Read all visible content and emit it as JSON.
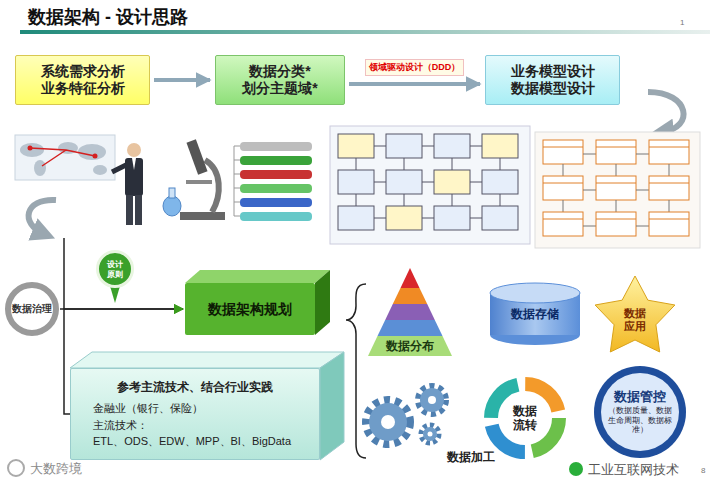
{
  "diagram": {
    "title": "数据架构 - 设计思路",
    "nodes": [
      {
        "text": [
          "系统需求分析",
          "业务特征分析"
        ]
      },
      {
        "text": [
          "数据分类*",
          "划分主题域*"
        ]
      },
      {
        "text": [
          "业务模型设计",
          "数据模型设计"
        ]
      },
      {
        "text": [
          "数据治理"
        ]
      },
      {
        "text": [
          "设计原则"
        ]
      },
      {
        "text": [
          "数据架构规划"
        ]
      },
      {
        "text": [
          "参考主流技术、结合行业实践",
          "金融业（银行、保险）",
          "主流技术：",
          "ETL、ODS、EDW、MPP、BI、BigData"
        ]
      },
      {
        "text": [
          "数据分布"
        ]
      },
      {
        "text": [
          "数据存储"
        ]
      },
      {
        "text": [
          "数据 应用"
        ]
      },
      {
        "text": [
          "数据加工"
        ]
      },
      {
        "text": [
          "数据 流转"
        ]
      },
      {
        "text": [
          "数据管控",
          "（数据质量、数据生命周期、数据标准）"
        ]
      }
    ],
    "edges": [
      {
        "from": 0,
        "to": 1,
        "arrow": "to"
      },
      {
        "from": 1,
        "to": 2,
        "label": "领域驱动设计（DDD）",
        "arrow": "to"
      },
      {
        "from": 3,
        "to": 5,
        "arrow": "to"
      },
      {
        "from": 6,
        "to": 5,
        "arrow": "to"
      }
    ],
    "labels": [
      "1",
      "大数跨境",
      "工业互联网技术",
      "8"
    ]
  }
}
